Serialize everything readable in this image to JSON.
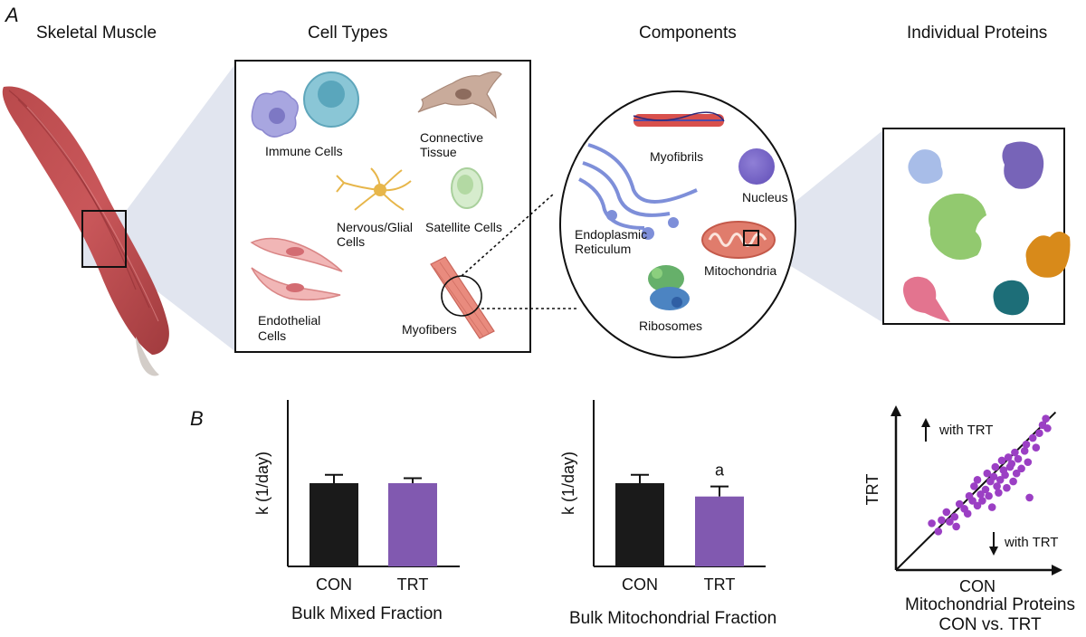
{
  "panel_a": {
    "letter": "A",
    "headers": {
      "skeletal_muscle": "Skeletal Muscle",
      "cell_types": "Cell Types",
      "components": "Components",
      "individual_proteins": "Individual Proteins"
    },
    "cell_types": {
      "immune": "Immune Cells",
      "connective_1": "Connective",
      "connective_2": "Tissue",
      "nervous_1": "Nervous/Glial",
      "nervous_2": "Cells",
      "satellite": "Satellite Cells",
      "endothelial_1": "Endothelial",
      "endothelial_2": "Cells",
      "myofibers": "Myofibers"
    },
    "components": {
      "myofibrils": "Myofibrils",
      "nucleus": "Nucleus",
      "er_1": "Endoplasmic",
      "er_2": "Reticulum",
      "mitochondria": "Mitochondria",
      "ribosomes": "Ribosomes"
    }
  },
  "panel_b": {
    "letter": "B"
  },
  "chart_data": [
    {
      "type": "bar",
      "categories": [
        "CON",
        "TRT"
      ],
      "values": [
        0.5,
        0.5
      ],
      "errors": [
        0.05,
        0.03
      ],
      "colors": [
        "#1a1a1a",
        "#8159b0"
      ],
      "ylabel": "k (1/day)",
      "caption": "Bulk Mixed Fraction",
      "ylim": [
        0,
        1
      ],
      "annotations": []
    },
    {
      "type": "bar",
      "categories": [
        "CON",
        "TRT"
      ],
      "values": [
        0.5,
        0.42
      ],
      "errors": [
        0.05,
        0.06
      ],
      "colors": [
        "#1a1a1a",
        "#8159b0"
      ],
      "ylabel": "k (1/day)",
      "caption": "Bulk Mitochondrial Fraction",
      "ylim": [
        0,
        1
      ],
      "annotations": [
        {
          "category": "TRT",
          "text": "a"
        }
      ]
    },
    {
      "type": "scatter",
      "xlabel": "CON",
      "ylabel": "TRT",
      "caption_1": "Mitochondrial Proteins",
      "caption_2": "CON vs. TRT",
      "annotation_up": "with TRT",
      "annotation_down": "with TRT",
      "color": "#9b3fc4",
      "xlim": [
        0,
        1
      ],
      "ylim": [
        0,
        1
      ],
      "points": [
        [
          0.22,
          0.29
        ],
        [
          0.26,
          0.24
        ],
        [
          0.28,
          0.31
        ],
        [
          0.31,
          0.36
        ],
        [
          0.33,
          0.3
        ],
        [
          0.36,
          0.33
        ],
        [
          0.37,
          0.27
        ],
        [
          0.39,
          0.41
        ],
        [
          0.42,
          0.38
        ],
        [
          0.44,
          0.35
        ],
        [
          0.45,
          0.46
        ],
        [
          0.47,
          0.43
        ],
        [
          0.48,
          0.52
        ],
        [
          0.5,
          0.4
        ],
        [
          0.5,
          0.56
        ],
        [
          0.52,
          0.47
        ],
        [
          0.53,
          0.43
        ],
        [
          0.55,
          0.5
        ],
        [
          0.56,
          0.6
        ],
        [
          0.57,
          0.46
        ],
        [
          0.58,
          0.55
        ],
        [
          0.59,
          0.39
        ],
        [
          0.6,
          0.58
        ],
        [
          0.61,
          0.64
        ],
        [
          0.62,
          0.52
        ],
        [
          0.63,
          0.48
        ],
        [
          0.64,
          0.56
        ],
        [
          0.65,
          0.68
        ],
        [
          0.66,
          0.62
        ],
        [
          0.67,
          0.59
        ],
        [
          0.68,
          0.51
        ],
        [
          0.69,
          0.7
        ],
        [
          0.7,
          0.64
        ],
        [
          0.71,
          0.66
        ],
        [
          0.72,
          0.55
        ],
        [
          0.73,
          0.73
        ],
        [
          0.74,
          0.6
        ],
        [
          0.75,
          0.69
        ],
        [
          0.77,
          0.63
        ],
        [
          0.79,
          0.74
        ],
        [
          0.8,
          0.78
        ],
        [
          0.81,
          0.67
        ],
        [
          0.82,
          0.45
        ],
        [
          0.84,
          0.82
        ],
        [
          0.86,
          0.76
        ],
        [
          0.88,
          0.85
        ],
        [
          0.9,
          0.9
        ],
        [
          0.92,
          0.94
        ],
        [
          0.93,
          0.88
        ]
      ]
    }
  ]
}
